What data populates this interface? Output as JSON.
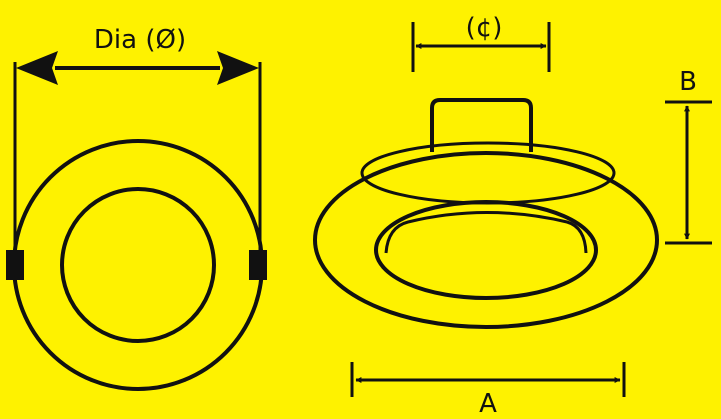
{
  "colors": {
    "background": "#fef200",
    "ink": "#111111"
  },
  "labels": {
    "dia": "Dia (Ø)",
    "cutout": "(¢)",
    "a": "A",
    "b": "B"
  }
}
